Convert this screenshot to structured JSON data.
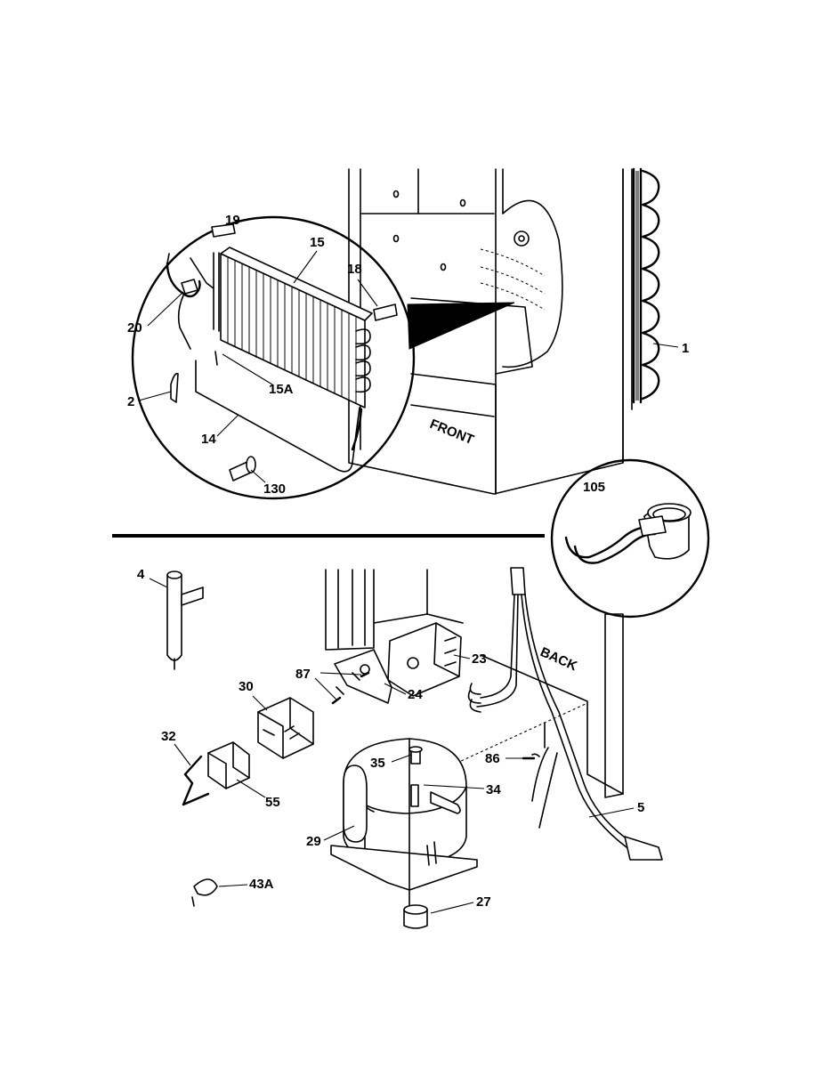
{
  "labels": {
    "p1": "1",
    "p2": "2",
    "p4": "4",
    "p5": "5",
    "p14": "14",
    "p15": "15",
    "p15a": "15A",
    "p18": "18",
    "p19": "19",
    "p20": "20",
    "p23": "23",
    "p24": "24",
    "p27": "27",
    "p29": "29",
    "p30": "30",
    "p32": "32",
    "p34": "34",
    "p35": "35",
    "p43a": "43A",
    "p55": "55",
    "p86": "86",
    "p87": "87",
    "p105": "105",
    "p130": "130"
  },
  "text": {
    "front": "FRONT",
    "back": "BACK"
  },
  "colors": {
    "line": "#000000",
    "background": "#ffffff"
  }
}
